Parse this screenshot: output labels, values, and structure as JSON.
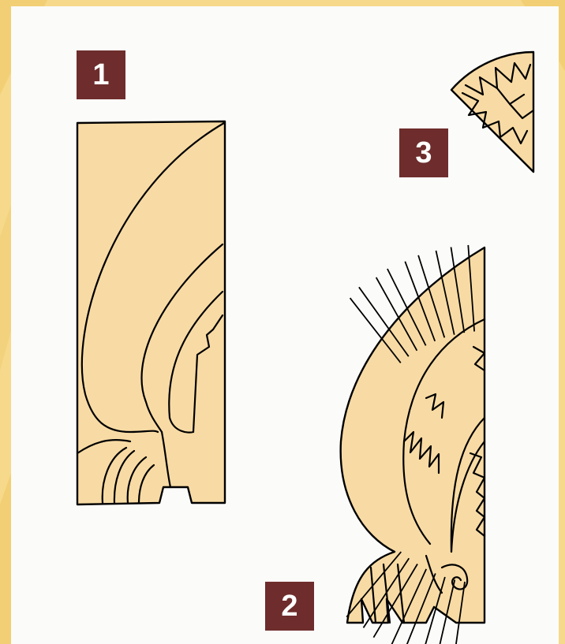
{
  "labels": {
    "step1": "1",
    "step2": "2",
    "step3": "3"
  },
  "colors": {
    "border": "#f6d98a",
    "paper": "#fbfbfa",
    "cutout": "#f8dba4",
    "badge": "#6e2c2c",
    "badge_text": "#ffffff",
    "ink": "#000000"
  },
  "icons": {
    "step1": "folded-paper-strip-with-outline",
    "step2": "cut-paper-half-motif",
    "step3": "cut-paper-fan-triangle"
  }
}
